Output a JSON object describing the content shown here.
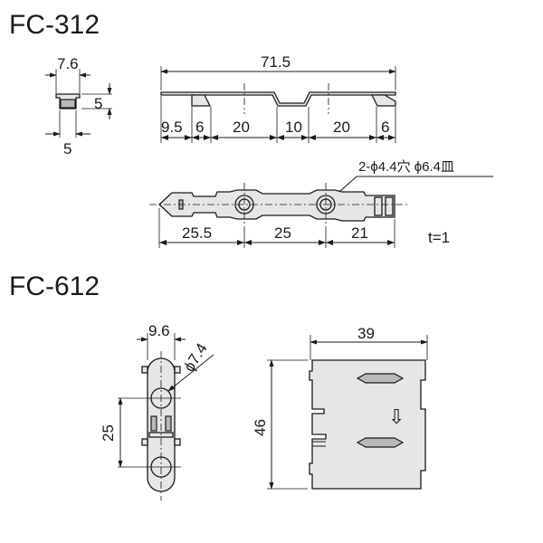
{
  "fc312": {
    "title": "FC-312",
    "side_view": {
      "width_label": "7.6",
      "height_label": "5",
      "base_label": "5"
    },
    "top_view": {
      "overall_label": "71.5",
      "segments": [
        "9.5",
        "6",
        "20",
        "10",
        "20",
        "6"
      ]
    },
    "plan_view": {
      "hole_callout": "2-ϕ4.4穴 ϕ6.4皿",
      "segments": [
        "25.5",
        "25",
        "21"
      ],
      "thickness": "t=1"
    }
  },
  "fc612": {
    "title": "FC-612",
    "side_view": {
      "width_label": "9.6",
      "hole_label": "ϕ7.4",
      "pitch_label": "25"
    },
    "front_view": {
      "width_label": "39",
      "height_label": "46",
      "arrow_glyph": "⇩"
    }
  }
}
